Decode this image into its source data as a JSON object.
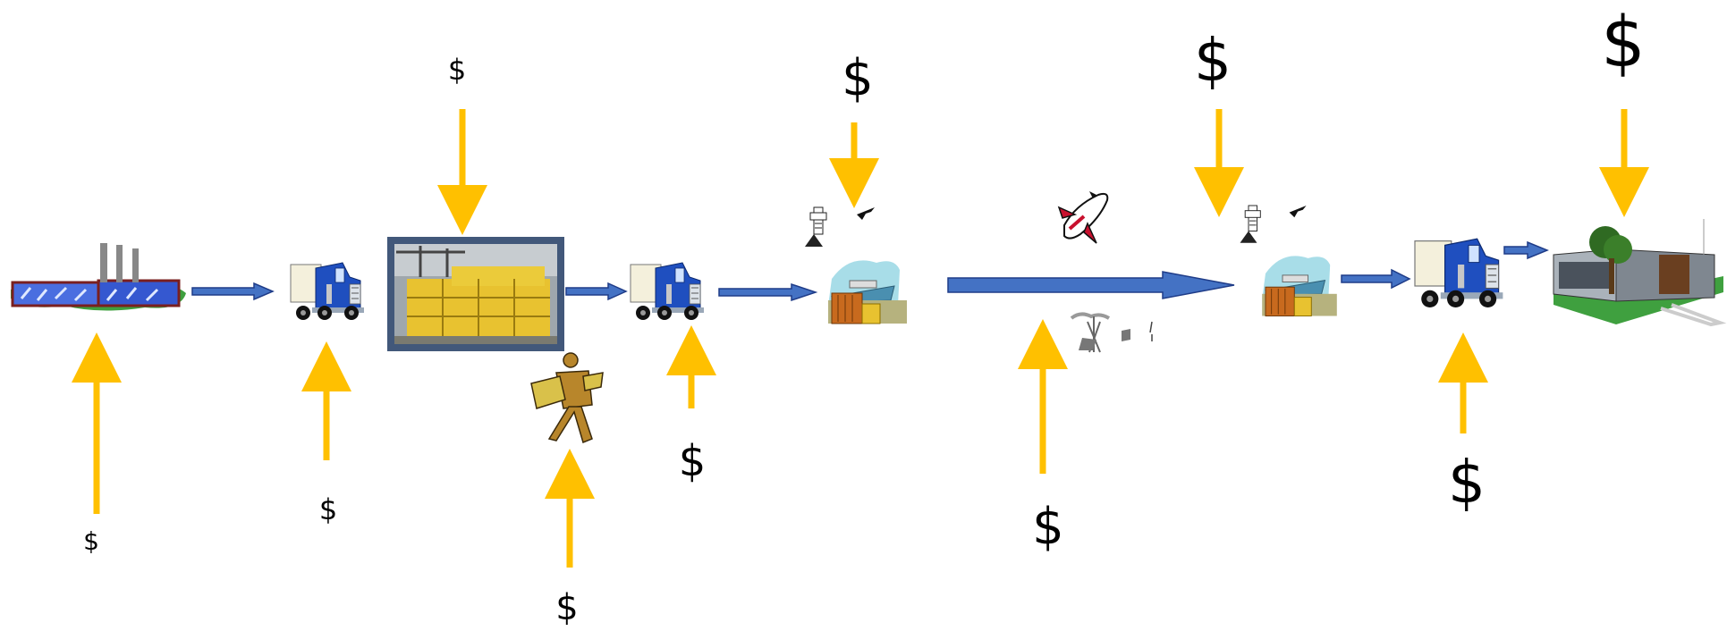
{
  "diagram": {
    "cost_symbol": "$",
    "colors": {
      "flow_arrow": "#4472C4",
      "flow_arrow_outline": "#1F3C88",
      "cost_arrow": "#FFC000",
      "truck_cab": "#1F4FBF",
      "container": "#E8C230",
      "water": "#A8DDE8",
      "grass": "#3FA03F"
    },
    "stages": [
      {
        "name": "factory",
        "icon": "factory-icon"
      },
      {
        "name": "truck",
        "icon": "truck-icon"
      },
      {
        "name": "container-yard",
        "icon": "shipping-containers-photo"
      },
      {
        "name": "worker",
        "icon": "worker-carrying-box-icon"
      },
      {
        "name": "truck",
        "icon": "truck-icon"
      },
      {
        "name": "departure-port",
        "icon": "port-tower-ship-icon"
      },
      {
        "name": "air-transit",
        "icon": "airplane-icon"
      },
      {
        "name": "rail-transit",
        "icon": "train-icon"
      },
      {
        "name": "arrival-port",
        "icon": "port-tower-ship-icon"
      },
      {
        "name": "truck",
        "icon": "truck-icon"
      },
      {
        "name": "warehouse",
        "icon": "building-icon"
      }
    ]
  }
}
